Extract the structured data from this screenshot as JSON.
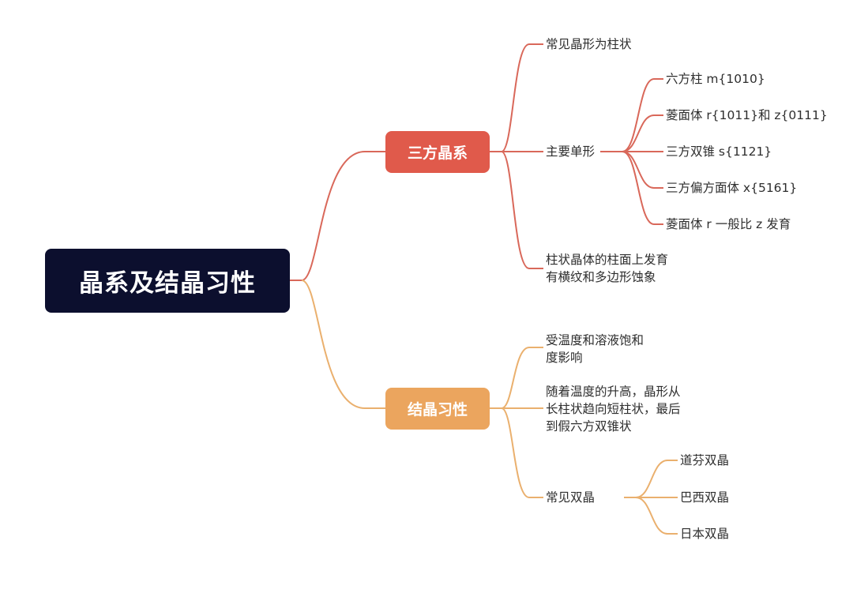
{
  "root": {
    "label": "晶系及结晶习性"
  },
  "colors": {
    "root_bg": "#0c0f2e",
    "branch_red": "#e05a4b",
    "branch_orange": "#eba55e",
    "line_red": "#d9685a",
    "line_orange": "#eab06e",
    "text": "#2e2e2e"
  },
  "branches": [
    {
      "label": "三方晶系",
      "children": [
        {
          "lines": [
            "常见晶形为柱状"
          ]
        },
        {
          "lines": [
            "主要单形"
          ],
          "children": [
            {
              "label": "六方柱 m{1010}"
            },
            {
              "label": "菱面体 r{1011}和 z{0111}"
            },
            {
              "label": "三方双锥 s{1121}"
            },
            {
              "label": "三方偏方面体 x{5161}"
            },
            {
              "label": "菱面体 r 一般比 z 发育"
            }
          ]
        },
        {
          "lines": [
            "柱状晶体的柱面上发育",
            "有横纹和多边形蚀象"
          ]
        }
      ]
    },
    {
      "label": "结晶习性",
      "children": [
        {
          "lines": [
            "受温度和溶液饱和",
            "度影响"
          ]
        },
        {
          "lines": [
            "随着温度的升高，晶形从",
            "长柱状趋向短柱状，最后",
            "到假六方双锥状"
          ]
        },
        {
          "lines": [
            "常见双晶"
          ],
          "children": [
            {
              "label": "道芬双晶"
            },
            {
              "label": "巴西双晶"
            },
            {
              "label": "日本双晶"
            }
          ]
        }
      ]
    }
  ]
}
